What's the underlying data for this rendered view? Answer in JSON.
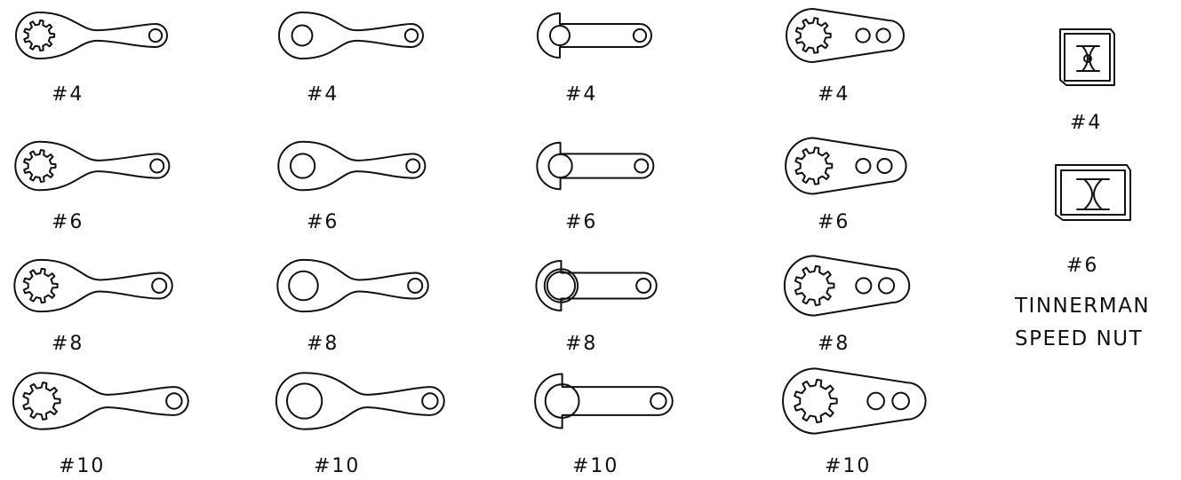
{
  "lugs": [
    {
      "label": "#4"
    },
    {
      "label": "#4"
    },
    {
      "label": "#4"
    },
    {
      "label": "#4"
    },
    {
      "label": "#6"
    },
    {
      "label": "#6"
    },
    {
      "label": "#6"
    },
    {
      "label": "#6"
    },
    {
      "label": "#8"
    },
    {
      "label": "#8"
    },
    {
      "label": "#8"
    },
    {
      "label": "#8"
    },
    {
      "label": "#10"
    },
    {
      "label": "#10"
    },
    {
      "label": "#10"
    },
    {
      "label": "#10"
    }
  ],
  "speed_nuts": [
    {
      "label": "#4"
    },
    {
      "label": "#6"
    }
  ],
  "caption": {
    "line1": "TINNERMAN",
    "line2": "SPEED NUT"
  }
}
